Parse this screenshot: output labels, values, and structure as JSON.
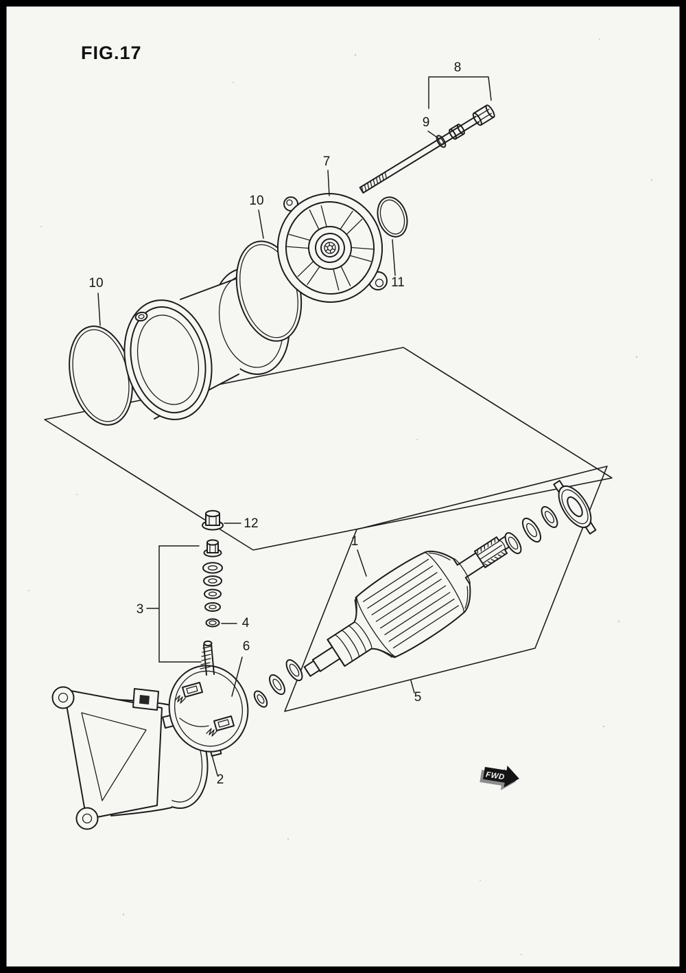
{
  "figure": {
    "title": "FIG.17"
  },
  "labels": {
    "p1": "1",
    "p2": "2",
    "p3": "3",
    "p4": "4",
    "p5": "5",
    "p6": "6",
    "p7": "7",
    "p8": "8",
    "p9": "9",
    "p10a": "10",
    "p10b": "10",
    "p11": "11",
    "p12": "12"
  },
  "fwd": {
    "label": "FWD"
  },
  "colors": {
    "line": "#1c1c1c",
    "paper": "#f6f6f3"
  }
}
